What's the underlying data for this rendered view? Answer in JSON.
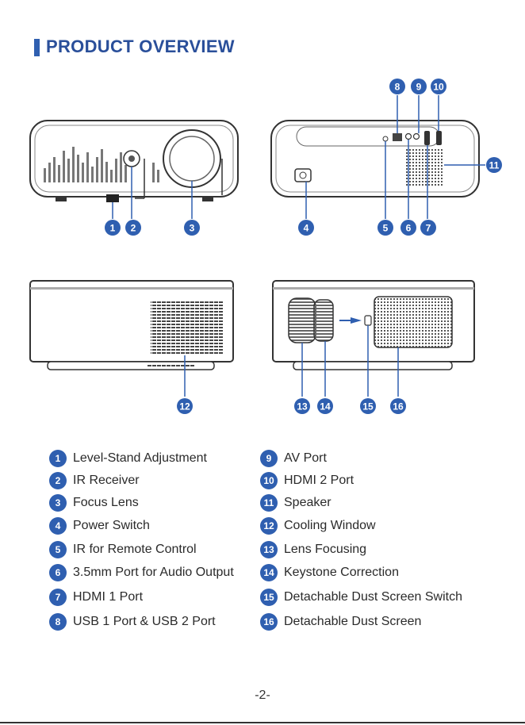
{
  "title": "PRODUCT OVERVIEW",
  "page_number": "-2-",
  "accent_color": "#2f5fb0",
  "callout_numbers": [
    "1",
    "2",
    "3",
    "4",
    "5",
    "6",
    "7",
    "8",
    "9",
    "10",
    "11",
    "12",
    "13",
    "14",
    "15",
    "16"
  ],
  "legend": {
    "left": [
      {
        "num": "1",
        "label": "Level-Stand Adjustment"
      },
      {
        "num": "2",
        "label": "IR  Receiver"
      },
      {
        "num": "3",
        "label": "Focus Lens"
      },
      {
        "num": "4",
        "label": "Power Switch"
      },
      {
        "num": "5",
        "label": "IR for Remote Control"
      },
      {
        "num": "6",
        "label": "3.5mm Port for Audio Output"
      },
      {
        "num": "7",
        "label": "HDMI 1 Port"
      },
      {
        "num": "8",
        "label": "USB 1 Port & USB 2 Port"
      }
    ],
    "right": [
      {
        "num": "9",
        "label": "AV Port"
      },
      {
        "num": "10",
        "label": "HDMI 2 Port"
      },
      {
        "num": "11",
        "label": "Speaker"
      },
      {
        "num": "12",
        "label": "Cooling Window"
      },
      {
        "num": "13",
        "label": "Lens Focusing"
      },
      {
        "num": "14",
        "label": "Keystone Correction"
      },
      {
        "num": "15",
        "label": "Detachable Dust Screen Switch"
      },
      {
        "num": "16",
        "label": "Detachable Dust Screen"
      }
    ]
  }
}
